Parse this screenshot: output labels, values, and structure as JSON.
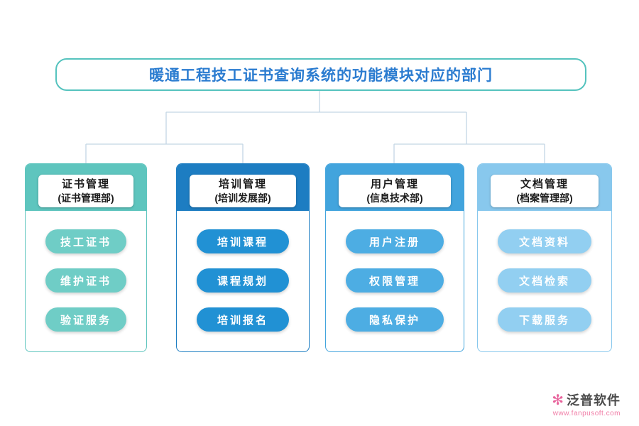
{
  "title": "暖通工程技工证书查询系统的功能模块对应的部门",
  "title_text_color": "#2b7cd0",
  "title_border_color": "#55c3be",
  "connector_color": "#c4d6e4",
  "columns": [
    {
      "name": "证书管理",
      "dept": "(证书管理部)",
      "header_color": "#5ec5be",
      "item_color": "#6fcdc6",
      "items": [
        "技工证书",
        "维护证书",
        "验证服务"
      ]
    },
    {
      "name": "培训管理",
      "dept": "(培训发展部)",
      "header_color": "#1d7dc2",
      "item_color": "#2191d4",
      "items": [
        "培训课程",
        "课程规划",
        "培训报名"
      ]
    },
    {
      "name": "用户管理",
      "dept": "(信息技术部)",
      "header_color": "#42a4dd",
      "item_color": "#4dade3",
      "items": [
        "用户注册",
        "权限管理",
        "隐私保护"
      ]
    },
    {
      "name": "文档管理",
      "dept": "(档案管理部)",
      "header_color": "#88c8ed",
      "item_color": "#92cff1",
      "items": [
        "文档资料",
        "文档检索",
        "下载服务"
      ]
    }
  ],
  "footer": {
    "brand": "泛普软件",
    "url": "www.fanpusoft.com",
    "brand_accent_color": "#e8639c"
  }
}
